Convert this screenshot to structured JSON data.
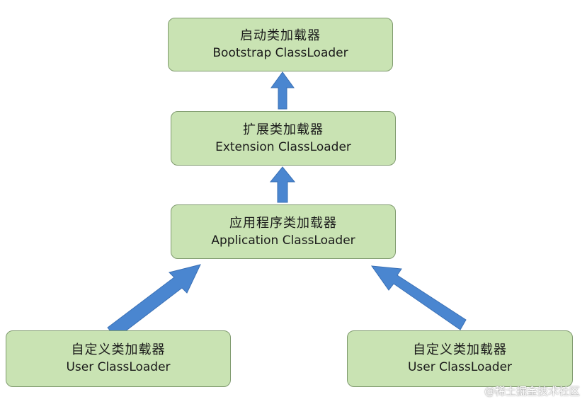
{
  "nodes": {
    "bootstrap": {
      "cn": "启动类加载器",
      "en": "Bootstrap ClassLoader"
    },
    "extension": {
      "cn": "扩展类加载器",
      "en": "Extension ClassLoader"
    },
    "application": {
      "cn": "应用程序类加载器",
      "en": "Application ClassLoader"
    },
    "user_left": {
      "cn": "自定义类加载器",
      "en": "User ClassLoader"
    },
    "user_right": {
      "cn": "自定义类加载器",
      "en": "User ClassLoader"
    }
  },
  "edges": [
    {
      "from": "extension",
      "to": "bootstrap"
    },
    {
      "from": "application",
      "to": "extension"
    },
    {
      "from": "user_left",
      "to": "application"
    },
    {
      "from": "user_right",
      "to": "application"
    }
  ],
  "colors": {
    "node_fill": "#c9e3b3",
    "node_border": "#7f9a6e",
    "arrow": "#4a86d0"
  },
  "watermark": "@稀土掘金技术社区"
}
